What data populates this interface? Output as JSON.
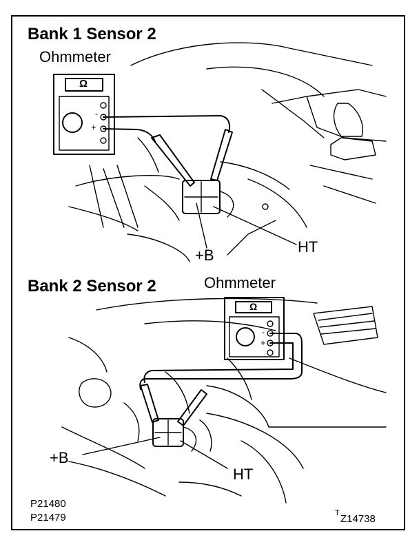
{
  "bank1": {
    "title": "Bank 1 Sensor 2",
    "meter_label": "Ohmmeter",
    "meter_symbol": "Ω",
    "plus_sign": "+",
    "minus_sign": "-",
    "terminal_b": "+B",
    "terminal_ht": "HT"
  },
  "bank2": {
    "title": "Bank 2 Sensor 2",
    "meter_label": "Ohmmeter",
    "meter_symbol": "Ω",
    "plus_sign": "+",
    "minus_sign": "-",
    "terminal_b": "+B",
    "terminal_ht": "HT"
  },
  "footer": {
    "code_1": "P21480",
    "code_2": "P21479",
    "ref_prefix": "T",
    "ref_code": "Z14738"
  }
}
